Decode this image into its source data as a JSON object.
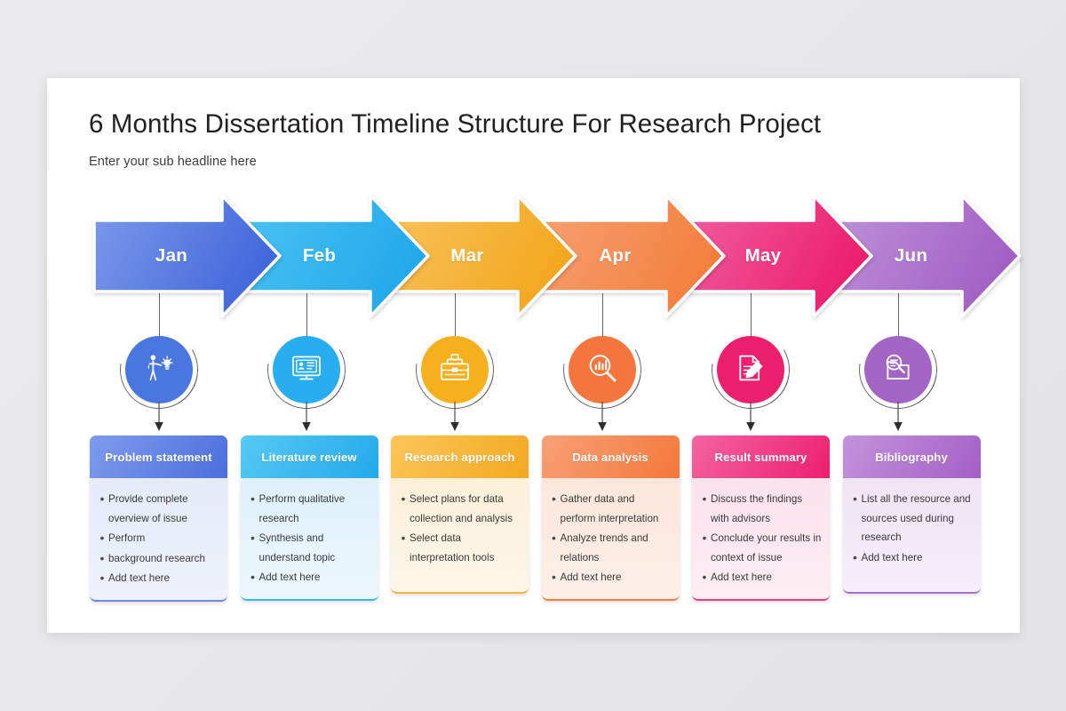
{
  "slide": {
    "title": "6 Months Dissertation Timeline Structure For Research Project",
    "subtitle": "Enter your sub headline here"
  },
  "theme": {
    "background": "#e9e9eb",
    "slide_background": "#ffffff",
    "title_color": "#231f20"
  },
  "timeline": {
    "months": [
      {
        "label": "Jan",
        "color_light": "#7d9aea",
        "color_dark": "#4268db"
      },
      {
        "label": "Feb",
        "color_light": "#4cc3f2",
        "color_dark": "#22a9ea"
      },
      {
        "label": "Mar",
        "color_light": "#f9c25b",
        "color_dark": "#f3a81f"
      },
      {
        "label": "Apr",
        "color_light": "#f6a173",
        "color_dark": "#f4803f"
      },
      {
        "label": "May",
        "color_light": "#f05fa0",
        "color_dark": "#ec1f6e"
      },
      {
        "label": "Jun",
        "color_light": "#bd93d8",
        "color_dark": "#a260c4"
      }
    ]
  },
  "nodes": [
    {
      "icon": "presenter-idea-icon",
      "color": "#4a76e0"
    },
    {
      "icon": "computer-monitor-icon",
      "color": "#28aeee"
    },
    {
      "icon": "briefcase-icon",
      "color": "#f6b01e"
    },
    {
      "icon": "chart-magnifier-icon",
      "color": "#f4763c"
    },
    {
      "icon": "document-pencil-icon",
      "color": "#ec1f6e"
    },
    {
      "icon": "folder-search-icon",
      "color": "#a265c6"
    }
  ],
  "cards": [
    {
      "title": "Problem statement",
      "head_light": "#7f9cec",
      "head_dark": "#4a6fdd",
      "body_top": "#e4e9f8",
      "body_bottom": "#eef1fb",
      "border": "#6b8ae4",
      "bullets": [
        "Provide complete overview of issue",
        "Perform",
        "background research",
        "Add text here"
      ]
    },
    {
      "title": "Literature review",
      "head_light": "#57c9f4",
      "head_dark": "#22a9ea",
      "body_top": "#d9eefb",
      "body_bottom": "#ecf7fd",
      "border": "#3cb6ef",
      "bullets": [
        "Perform qualitative research",
        "Synthesis and understand topic",
        "Add text here"
      ]
    },
    {
      "title": "Research approach",
      "head_light": "#fbc759",
      "head_dark": "#f3a81f",
      "body_top": "#fbeed3",
      "body_bottom": "#fdf6e8",
      "border": "#f3b33c",
      "bullets": [
        "Select plans for data collection and analysis",
        "Select data interpretation tools"
      ]
    },
    {
      "title": "Data analysis",
      "head_light": "#f8a276",
      "head_dark": "#f4773a",
      "body_top": "#fbe3d6",
      "body_bottom": "#fdf0e9",
      "border": "#f47f45",
      "bullets": [
        "Gather data and perform interpretation",
        "Analyze trends and relations",
        "Add text here"
      ]
    },
    {
      "title": "Result summary",
      "head_light": "#f4649f",
      "head_dark": "#ec1f6e",
      "body_top": "#fbdde9",
      "body_bottom": "#fdeef4",
      "border": "#ee3c7f",
      "bullets": [
        "Discuss the findings with advisors",
        "Conclude your results in context of issue",
        "Add text here"
      ]
    },
    {
      "title": "Bibliography",
      "head_light": "#c394dc",
      "head_dark": "#a35fc4",
      "body_top": "#ece0f2",
      "body_bottom": "#f5eef8",
      "border": "#a96ec9",
      "bullets": [
        "List all the resource and sources used during research",
        "Add text here"
      ]
    }
  ]
}
